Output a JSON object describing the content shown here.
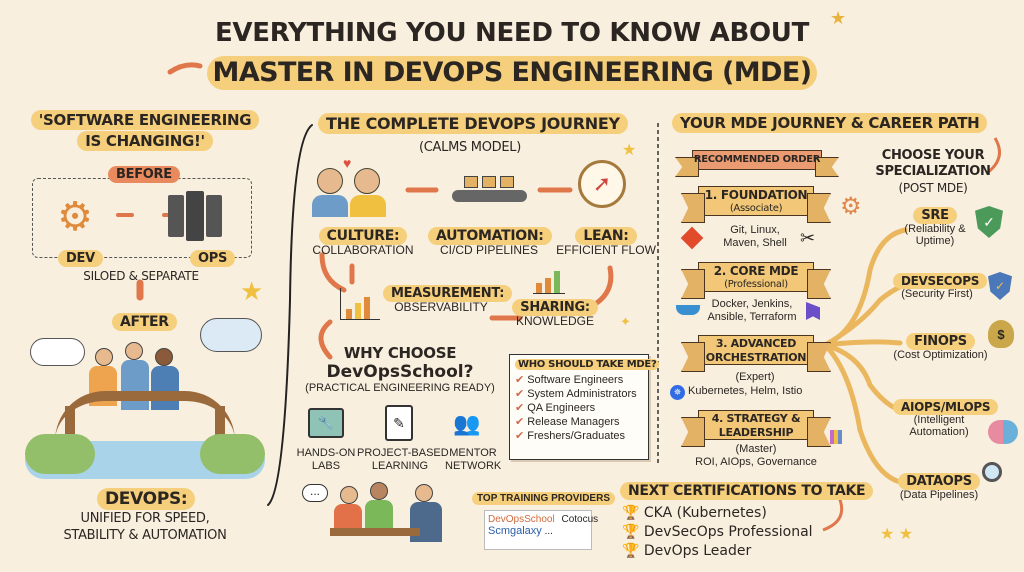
{
  "title": {
    "line1": "EVERYTHING YOU NEED TO KNOW ABOUT",
    "line2": "MASTER IN DEVOPS ENGINEERING (MDE)"
  },
  "left": {
    "heading_line1": "'SOFTWARE ENGINEERING",
    "heading_line2": "IS CHANGING!'",
    "before": "BEFORE",
    "dev": "DEV",
    "ops": "OPS",
    "siloed": "SILOED & SEPARATE",
    "after": "AFTER",
    "devops": "DEVOPS:",
    "unified_line1": "UNIFIED FOR SPEED,",
    "unified_line2": "STABILITY & AUTOMATION"
  },
  "middle": {
    "heading": "THE COMPLETE DEVOPS JOURNEY",
    "subheading": "(CALMS MODEL)",
    "calms": [
      {
        "title": "CULTURE:",
        "desc": "COLLABORATION"
      },
      {
        "title": "AUTOMATION:",
        "desc": "CI/CD PIPELINES"
      },
      {
        "title": "LEAN:",
        "desc": "EFFICIENT FLOW"
      },
      {
        "title": "MEASUREMENT:",
        "desc": "OBSERVABILITY"
      },
      {
        "title": "SHARING:",
        "desc": "KNOWLEDGE"
      }
    ],
    "why_line1": "WHY CHOOSE",
    "why_line2": "DevOpsSchool?",
    "why_line3": "(PRACTICAL ENGINEERING READY)",
    "features": [
      {
        "line1": "HANDS-ON",
        "line2": "LABS",
        "icon": "laptop-icon"
      },
      {
        "line1": "PROJECT-BASED",
        "line2": "LEARNING",
        "icon": "clipboard-icon"
      },
      {
        "line1": "MENTOR",
        "line2": "NETWORK",
        "icon": "people-icon"
      }
    ],
    "who": {
      "title": "WHO SHOULD TAKE MDE?",
      "items": [
        "Software Engineers",
        "System Administrators",
        "QA Engineers",
        "Release Managers",
        "Freshers/Graduates"
      ]
    },
    "providers": {
      "title": "TOP TRAINING PROVIDERS",
      "items": [
        "DevOpsSchool",
        "Cotocus",
        "Scmgalaxy",
        "..."
      ]
    },
    "speech": "..."
  },
  "right": {
    "heading": "YOUR MDE JOURNEY & CAREER PATH",
    "recommended": "RECOMMENDED ORDER",
    "steps": [
      {
        "title": "1. FOUNDATION",
        "level": "(Associate)",
        "skills_line1": "Git, Linux,",
        "skills_line2": "Maven, Shell"
      },
      {
        "title": "2. CORE MDE",
        "level": "(Professional)",
        "skills_line1": "Docker, Jenkins,",
        "skills_line2": "Ansible, Terraform"
      },
      {
        "title_line1": "3. ADVANCED",
        "title_line2": "ORCHESTRATION",
        "level": "(Expert)",
        "skills": "Kubernetes, Helm, Istio"
      },
      {
        "title_line1": "4. STRATEGY &",
        "title_line2": "LEADERSHIP",
        "level": "(Master)",
        "skills": "ROI, AIOps, Governance"
      }
    ],
    "choose_line1": "CHOOSE YOUR",
    "choose_line2": "SPECIALIZATION",
    "choose_line3": "(POST MDE)",
    "specializations": [
      {
        "name": "SRE",
        "desc_line1": "(Reliability &",
        "desc_line2": "Uptime)"
      },
      {
        "name": "DEVSECOPS",
        "desc_line1": "(Security First)",
        "desc_line2": ""
      },
      {
        "name": "FINOPS",
        "desc_line1": "(Cost Optimization)",
        "desc_line2": ""
      },
      {
        "name": "AIOPS/MLOPS",
        "desc_line1": "(Intelligent",
        "desc_line2": "Automation)"
      },
      {
        "name": "DATAOPS",
        "desc_line1": "(Data Pipelines)",
        "desc_line2": ""
      }
    ],
    "next_certs": {
      "title": "NEXT CERTIFICATIONS TO TAKE",
      "items": [
        "CKA (Kubernetes)",
        "DevSecOps Professional",
        "DevOps Leader"
      ]
    }
  },
  "colors": {
    "background": "#f8efdf",
    "highlight": "#f5cf7c",
    "accent": "#e0774a"
  }
}
